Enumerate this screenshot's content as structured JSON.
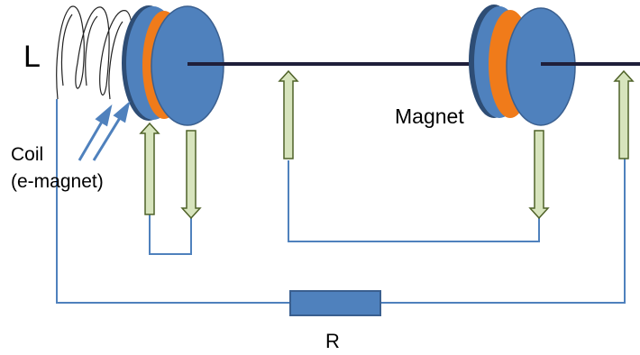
{
  "labels": {
    "inductor": "L",
    "coil_line1": "Coil",
    "coil_line2": "(e-magnet)",
    "magnet": "Magnet",
    "resistor": "R"
  },
  "colors": {
    "disk_blue": "#4f81bd",
    "disk_dark": "#3a5f8f",
    "orange": "#f07b1a",
    "wire": "#4f81bd",
    "arrow_fill": "#d7e4bd",
    "arrow_stroke": "#4f6228",
    "axle": "#1f1f3a",
    "coil": "#222222",
    "pointer": "#4f81bd"
  }
}
